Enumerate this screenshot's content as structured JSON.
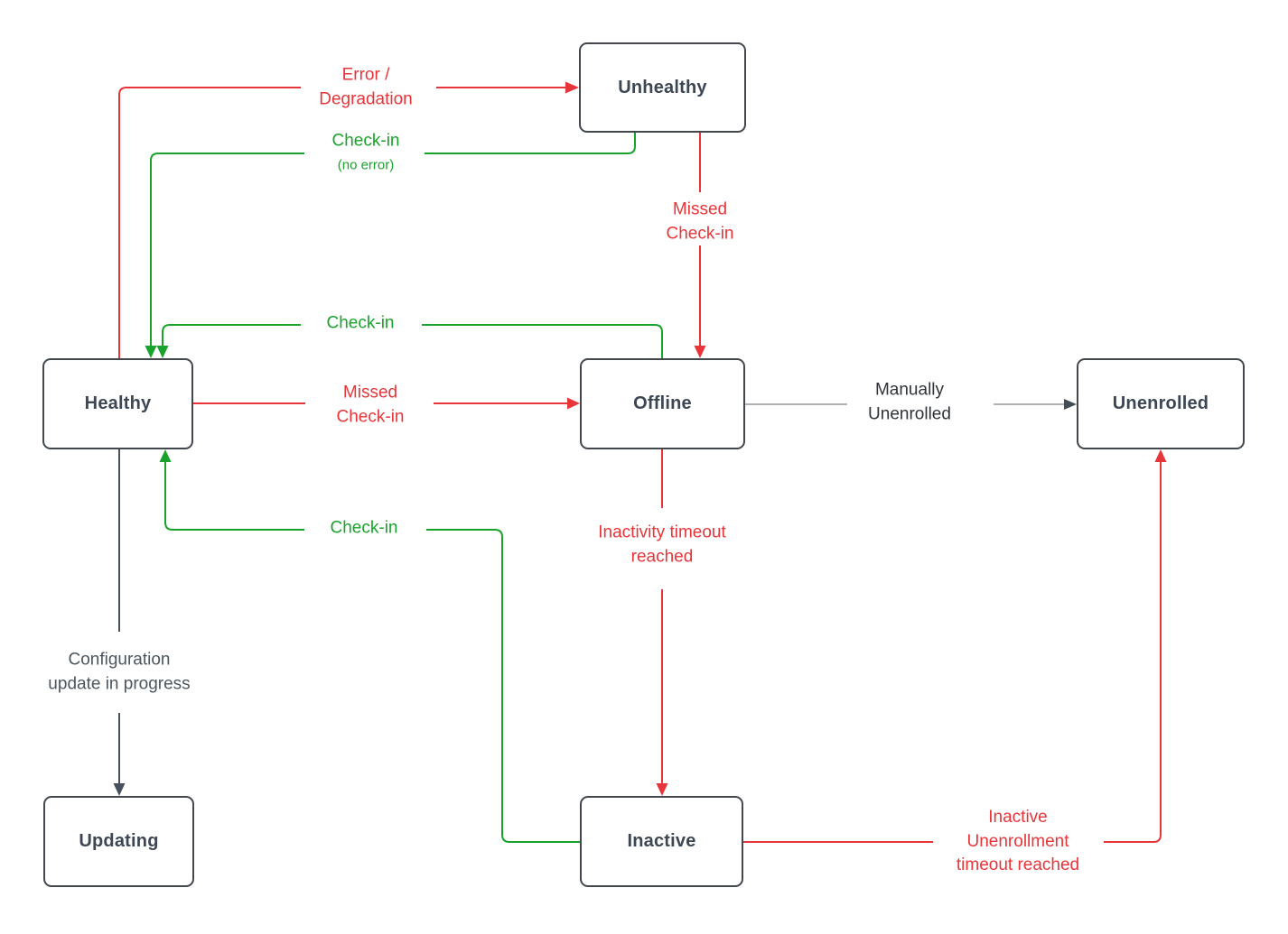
{
  "colors": {
    "red": "#e8353a",
    "green": "#1aa32c",
    "slate-line": "#47515b",
    "slate-text": "#4c565f",
    "gray-line": "#939aa1",
    "gray-arrow": "#454d54",
    "node-border": "#42484e",
    "node-text": "#3d4754",
    "dark-text": "#2e3338",
    "canvas-bg": "#ffffff"
  },
  "nodes": {
    "healthy": {
      "label": "Healthy"
    },
    "unhealthy": {
      "label": "Unhealthy"
    },
    "offline": {
      "label": "Offline"
    },
    "unenrolled": {
      "label": "Unenrolled"
    },
    "inactive": {
      "label": "Inactive"
    },
    "updating": {
      "label": "Updating"
    }
  },
  "edges": {
    "healthy_to_unhealthy": {
      "label": "Error /\nDegradation"
    },
    "unhealthy_to_healthy": {
      "label": "Check-in",
      "sublabel": "(no error)"
    },
    "offline_to_healthy": {
      "label": "Check-in"
    },
    "healthy_to_offline": {
      "label": "Missed\nCheck-in"
    },
    "unhealthy_to_offline": {
      "label": "Missed\nCheck-in"
    },
    "offline_to_unenrolled": {
      "label": "Manually\nUnenrolled"
    },
    "offline_to_inactive": {
      "label": "Inactivity timeout\nreached"
    },
    "inactive_to_healthy": {
      "label": "Check-in"
    },
    "healthy_to_updating": {
      "label": "Configuration\nupdate in progress"
    },
    "inactive_to_unenrolled": {
      "label": "Inactive\nUnenrollment\ntimeout reached"
    }
  }
}
